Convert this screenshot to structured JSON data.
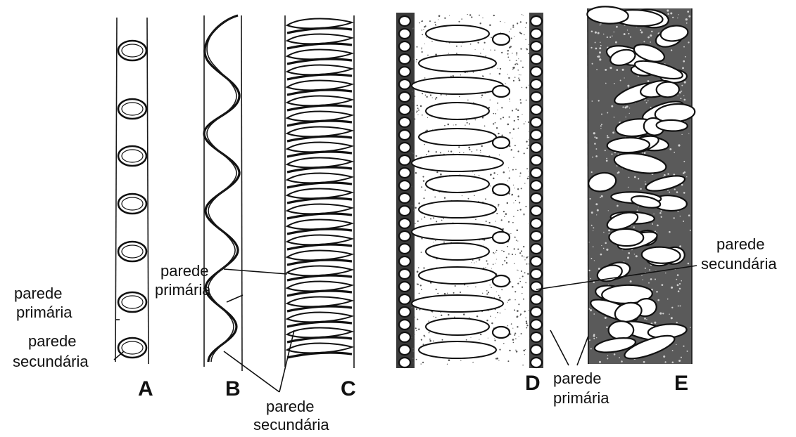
{
  "figure": {
    "vessels": [
      {
        "letter": "A",
        "type": "anular"
      },
      {
        "letter": "B",
        "type": "helicoidal"
      },
      {
        "letter": "C",
        "type": "escalariforme"
      },
      {
        "letter": "D",
        "type": "reticulado"
      },
      {
        "letter": "E",
        "type": "pontuado"
      }
    ],
    "labels": {
      "a_primary_1": "parede",
      "a_primary_2": "primária",
      "a_secondary_1": "parede",
      "a_secondary_2": "secundária",
      "b_primary_1": "parede",
      "b_primary_2": "primária",
      "bc_secondary_1": "parede",
      "bc_secondary_2": "secundária",
      "d_primary_1": "parede",
      "d_primary_2": "primária",
      "e_secondary_1": "parede",
      "e_secondary_2": "secundária"
    }
  },
  "colors": {
    "ink": "#111111",
    "paper": "#ffffff",
    "stipple": "#777777"
  }
}
